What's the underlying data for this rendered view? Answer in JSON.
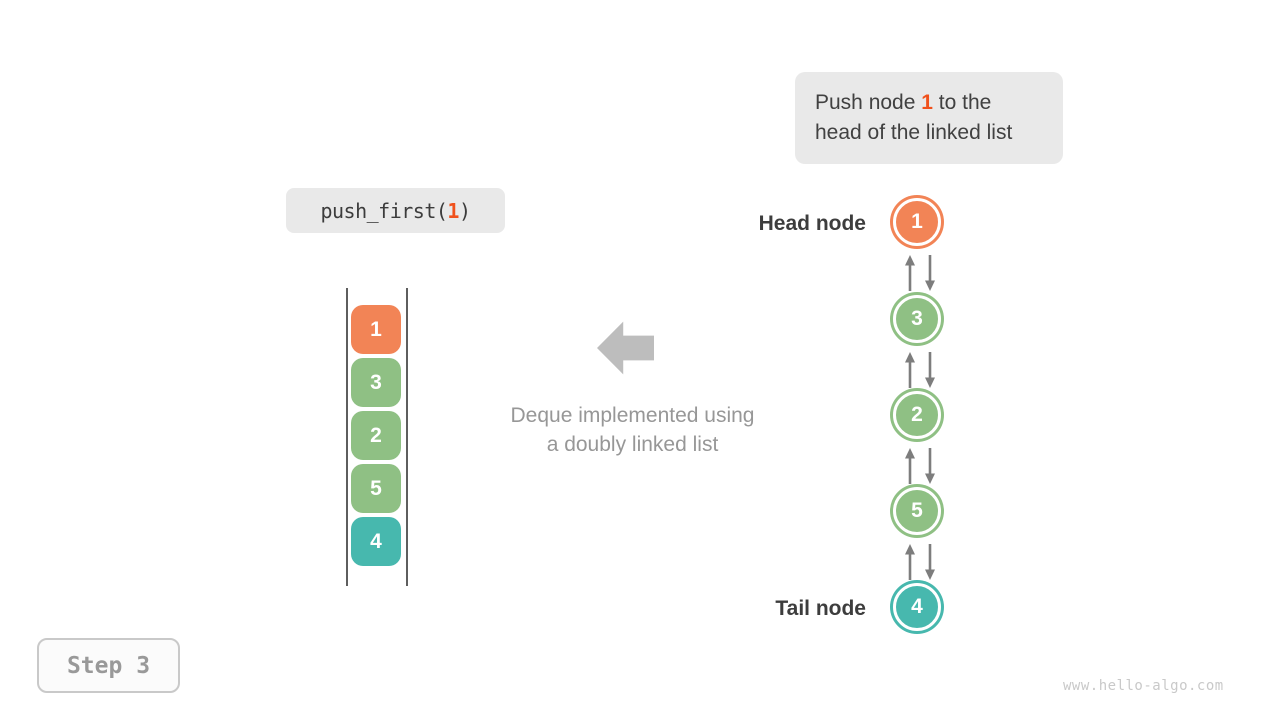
{
  "instruction_box": {
    "text_before": "Push node ",
    "highlight": "1",
    "text_after": " to the head of the linked list"
  },
  "code_box": {
    "prefix": "push_first(",
    "arg": "1",
    "suffix": ")"
  },
  "stack": {
    "items": [
      {
        "value": "1",
        "color": "orange"
      },
      {
        "value": "3",
        "color": "green"
      },
      {
        "value": "2",
        "color": "green"
      },
      {
        "value": "5",
        "color": "green"
      },
      {
        "value": "4",
        "color": "teal"
      }
    ]
  },
  "caption": {
    "line1": "Deque implemented using",
    "line2": "a doubly linked list"
  },
  "linked_list": {
    "head_label": "Head node",
    "tail_label": "Tail node",
    "nodes": [
      {
        "value": "1",
        "color": "orange",
        "role": "head"
      },
      {
        "value": "3",
        "color": "green"
      },
      {
        "value": "2",
        "color": "green"
      },
      {
        "value": "5",
        "color": "green"
      },
      {
        "value": "4",
        "color": "teal",
        "role": "tail"
      }
    ]
  },
  "step_box": {
    "label": "Step 3"
  },
  "watermark": "www.hello-algo.com",
  "colors": {
    "orange": "#f28456",
    "green": "#8fc084",
    "teal": "#47b8ae",
    "highlight": "#f0511c",
    "link-gray": "#7d7d7d"
  }
}
